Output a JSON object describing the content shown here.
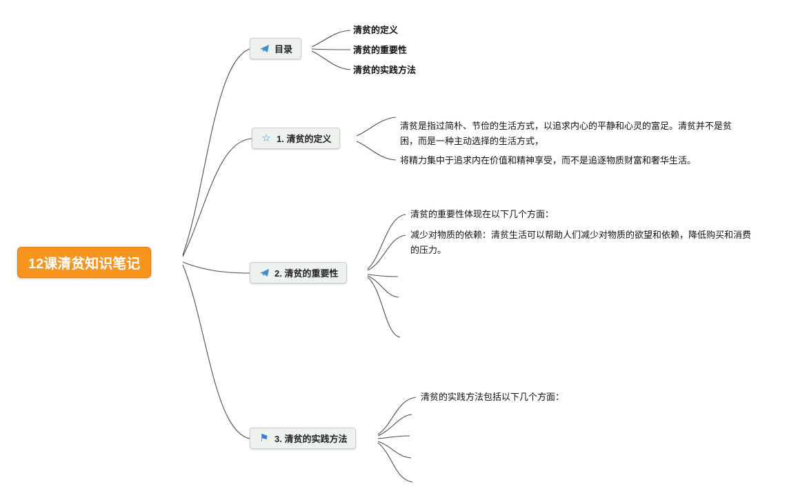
{
  "root": {
    "label": "12课清贫知识笔记",
    "accent_color": "#f7941d"
  },
  "branches": [
    {
      "label": "目录",
      "icon": "paper-plane-icon",
      "children": [
        "清贫的定义",
        "清贫的重要性",
        "清贫的实践方法"
      ]
    },
    {
      "label": "1. 清贫的定义",
      "icon": "star-icon",
      "children": [
        "清贫是指过简朴、节俭的生活方式，以追求内心的平静和心灵的富足。清贫并不是贫困，而是一种主动选择的生活方式，",
        "将精力集中于追求内在价值和精神享受，而不是追逐物质财富和奢华生活。"
      ]
    },
    {
      "label": "2. 清贫的重要性",
      "icon": "paper-plane-icon",
      "children": [
        "清贫的重要性体现在以下几个方面：",
        "减少对物质的依赖：清贫生活可以帮助人们减少对物质的欲望和依赖，降低购买和消费的压力。"
      ]
    },
    {
      "label": "3. 清贫的实践方法",
      "icon": "flag-icon",
      "children": [
        "清贫的实践方法包括以下几个方面："
      ]
    }
  ],
  "icons": {
    "star_glyph": "☆",
    "flag_glyph": "⚑"
  }
}
